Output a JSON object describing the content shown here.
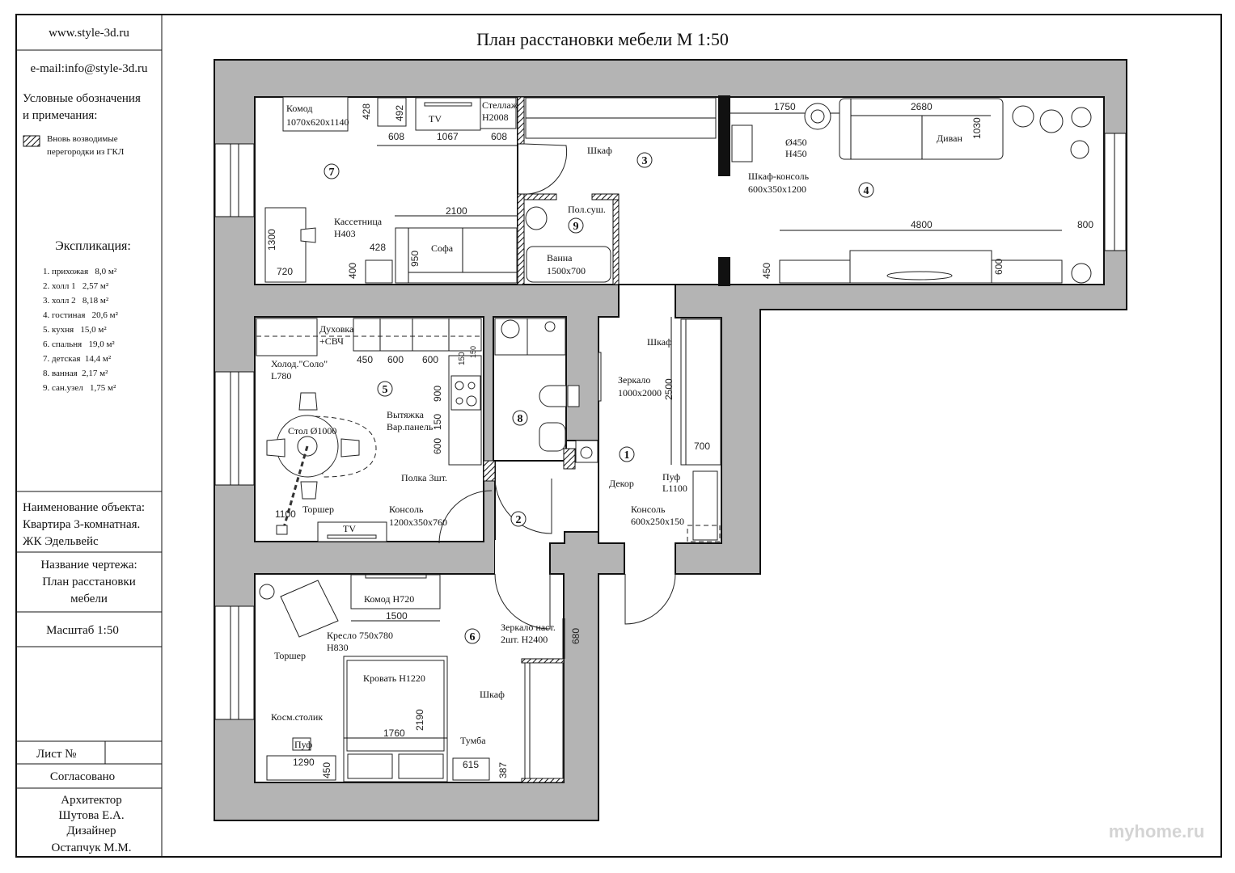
{
  "title": "План расстановки мебели М 1:50",
  "watermark": "myhome.ru",
  "sidebar": {
    "website": "www.style-3d.ru",
    "email": "e-mail:info@style-3d.ru",
    "legend_title": [
      "Условные обозначения",
      "и примечания:"
    ],
    "legend_item": [
      "Вновь возводимые",
      "перегородки из ГКЛ"
    ],
    "explication_title": "Экспликация:",
    "explication": [
      "1. прихожая   8,0 м²",
      "2. холл 1   2,57 м²",
      "3. холл 2   8,18 м²",
      "4. гостиная   20,6 м²",
      "5. кухня   15,0 м²",
      "6. спальня   19,0 м²",
      "7. детская  14,4 м²",
      "8. ванная  2,17 м²",
      "9. сан.узел   1,75 м²"
    ],
    "object_label": "Наименование объекта:",
    "object_name": [
      "Квартира 3-комнатная.",
      "ЖК Эдельвейс"
    ],
    "drawing_label": "Название чертежа:",
    "drawing_name": [
      "План расстановки",
      "мебели"
    ],
    "scale": "Масштаб 1:50",
    "sheet": "Лист №",
    "approved": "Согласовано",
    "authors": [
      "Архитектор",
      "Шутова Е.А.",
      "Дизайнер",
      "Остапчук М.М."
    ]
  },
  "rooms": [
    "1",
    "2",
    "3",
    "4",
    "5",
    "6",
    "7",
    "8",
    "9"
  ],
  "room7": {
    "chest": "Комод",
    "chest_size": "1070x620x1140",
    "dim_428": "428",
    "dim_492": "492",
    "tv": "TV",
    "rack": "Стеллаж",
    "rack_h": "H2008",
    "dim_608a": "608",
    "dim_1067": "1067",
    "dim_608b": "608",
    "drawers": "Кассетница",
    "drawers_h": "H403",
    "dim_2100": "2100",
    "dim_428b": "428",
    "sofa": "Софа",
    "dim_950": "950",
    "dim_400": "400",
    "dim_1300": "1300",
    "dim_720": "720"
  },
  "hall3": {
    "wardrobe": "Шкаф"
  },
  "bath9": {
    "dryer": "Пол.суш.",
    "bath": "Ванна",
    "bath_size": "1500x700"
  },
  "room4": {
    "dim_1750": "1750",
    "table_d": "Ø450",
    "table_h": "H450",
    "dim_2680": "2680",
    "sofa": "Диван",
    "dim_1030": "1030",
    "console": "Шкаф-консоль",
    "console_size": "600x350x1200",
    "dim_4800": "4800",
    "dim_800": "800",
    "dim_450": "450",
    "dim_600": "600"
  },
  "kitchen5": {
    "oven": "Духовка",
    "oven2": "+СВЧ",
    "fridge": "Холод.\"Соло\"",
    "fridge_l": "L780",
    "dim_450": "450",
    "dim_600a": "600",
    "dim_600b": "600",
    "dim_150a": "150",
    "dim_150b": "150",
    "dim_900": "900",
    "hood": "Вытяжка",
    "hob": "Вар.панель",
    "dim_150c": "150",
    "dim_600c": "600",
    "table": "Стол Ø1000",
    "shelf": "Полка 3шт.",
    "dim_1100": "1100",
    "lamp": "Торшер",
    "console": "Консоль",
    "console_size": "1200x350x760",
    "tv": "TV"
  },
  "hall1": {
    "mirror": "Зеркало",
    "mirror_size": "1000x2000",
    "wardrobe": "Шкаф",
    "dim_2500": "2500",
    "dim_700": "700",
    "decor": "Декор",
    "pouf": "Пуф",
    "pouf_l": "L1100",
    "console": "Консоль",
    "console_size": "600x250x150"
  },
  "bedroom6": {
    "chest": "Комод H720",
    "dim_1500": "1500",
    "armchair": "Кресло 750x780",
    "armchair_h": "H830",
    "lamp": "Торшер",
    "mirror": "Зеркало наст.",
    "mirror_h": "2шт. H2400",
    "dim_680": "680",
    "bed": "Кровать H1220",
    "wardrobe": "Шкаф",
    "dim_2190": "2190",
    "vanity": "Косм.столик",
    "dim_1760": "1760",
    "pouf": "Пуф",
    "nightstand": "Тумба",
    "dim_1290": "1290",
    "dim_450": "450",
    "dim_615": "615",
    "dim_387": "387"
  }
}
